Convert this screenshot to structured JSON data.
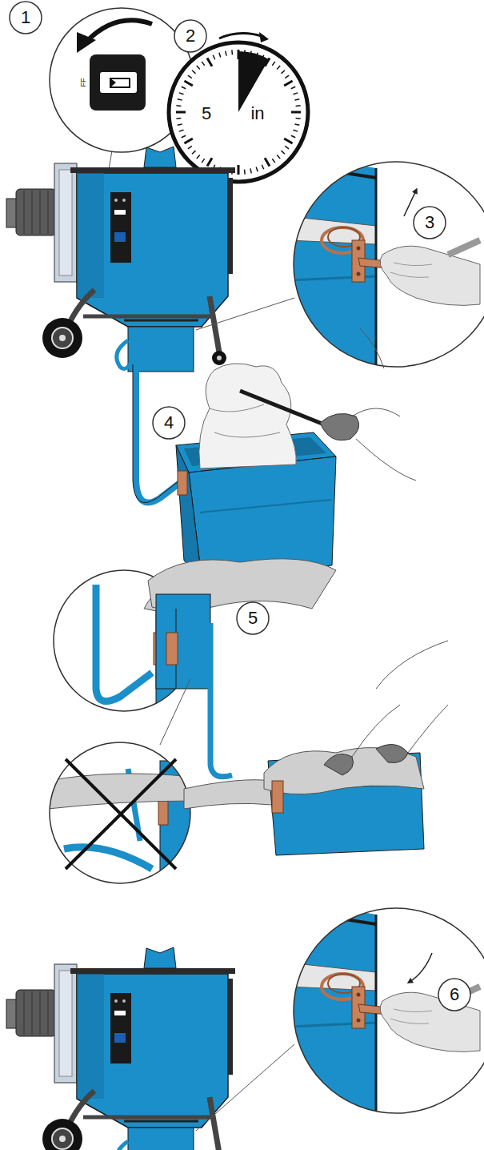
{
  "diagram": {
    "labels": [
      "1",
      "2",
      "FF",
      "5",
      "in",
      "3",
      "4",
      "5",
      "6"
    ]
  }
}
